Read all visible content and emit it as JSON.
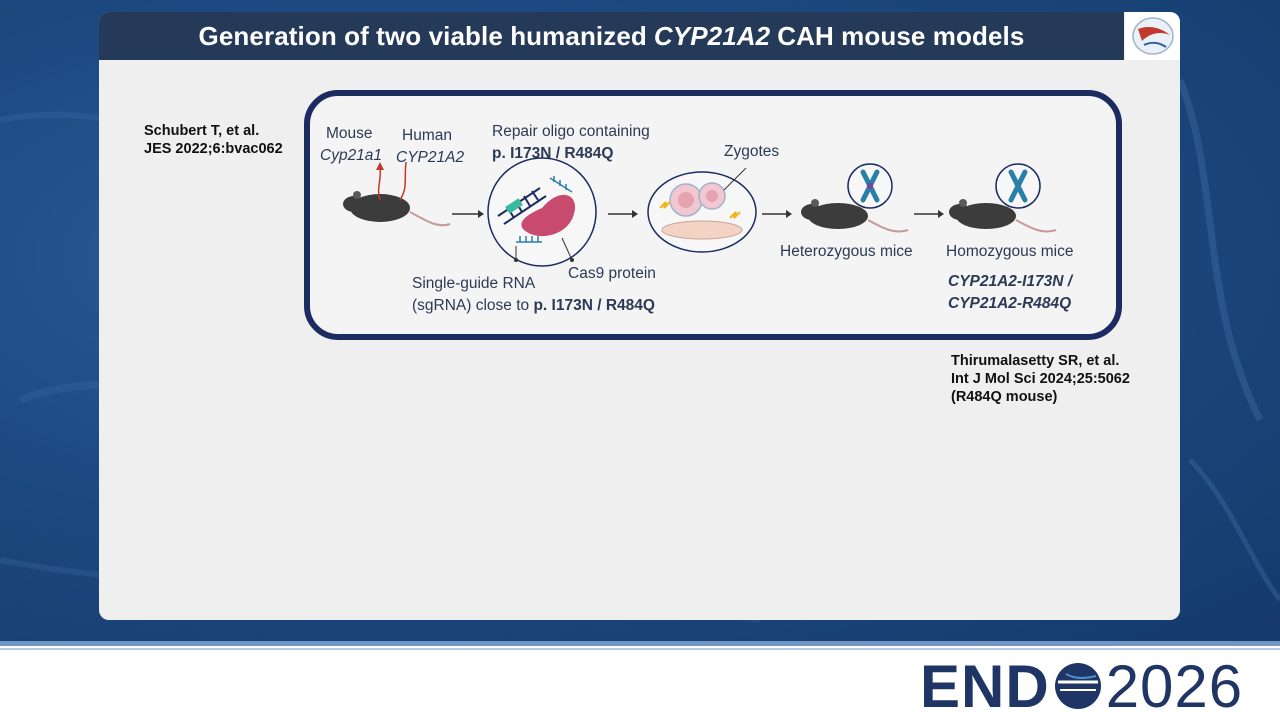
{
  "slide": {
    "title_pre": "Generation of two viable humanized",
    "title_gene": "CYP21A2",
    "title_post": "CAH mouse models"
  },
  "ref_left": {
    "line1": "Schubert T, et al.",
    "line2": "JES 2022;6:bvac062"
  },
  "ref_right": {
    "line1": "Thirumalasetty SR, et al.",
    "line2": "Int J Mol Sci 2024;25:5062",
    "line3": "(R484Q mouse)"
  },
  "diagram": {
    "mouse_label": "Mouse",
    "mouse_gene": "Cyp21a1",
    "human_label": "Human",
    "human_gene": "CYP21A2",
    "repair_label": "Repair oligo containing",
    "repair_mut": "p. I173N / R484Q",
    "zygotes_label": "Zygotes",
    "sgrna_line1": "Single-guide RNA",
    "sgrna_line2_pre": "(sgRNA) close to",
    "sgrna_line2_mut": "p. I173N / R484Q",
    "cas9_label": "Cas9 protein",
    "het_label": "Heterozygous mice",
    "hom_label": "Homozygous mice",
    "model1": "CYP21A2-I173N /",
    "model2": "CYP21A2-R484Q"
  },
  "brand": {
    "part1": "END",
    "part2": "2026"
  },
  "colors": {
    "title_bar": "#243a58",
    "diagram_border": "#1c2b60",
    "background_blue": "#1d4a82",
    "text_dark": "#2b3a55"
  }
}
